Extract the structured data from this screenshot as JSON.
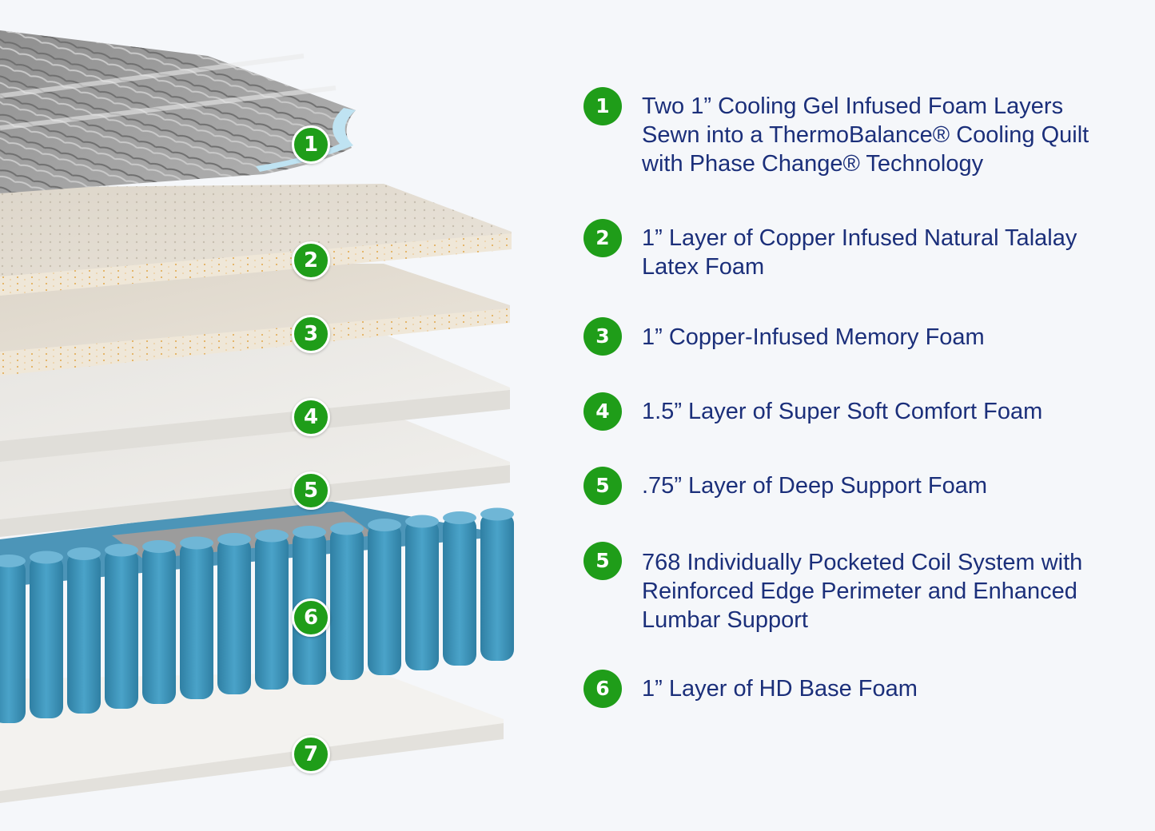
{
  "colors": {
    "background": "#f5f7fa",
    "badge_green": "#1f9d19",
    "text_navy": "#1b2f7a",
    "coil_blue": "#3a93b8"
  },
  "diagram_markers": [
    "1",
    "2",
    "3",
    "4",
    "5",
    "6",
    "7"
  ],
  "legend": [
    {
      "number": "1",
      "text": "Two 1” Cooling Gel Infused Foam Layers\nSewn into a ThermoBalance® Cooling Quilt\nwith Phase Change® Technology"
    },
    {
      "number": "2",
      "text": "1” Layer of Copper Infused Natural Talalay\nLatex Foam"
    },
    {
      "number": "3",
      "text": "1” Copper-Infused Memory Foam"
    },
    {
      "number": "4",
      "text": "1.5” Layer of Super Soft Comfort Foam"
    },
    {
      "number": "5",
      "text": ".75” Layer of Deep Support Foam"
    },
    {
      "number": "5",
      "text": "768 Individually Pocketed Coil System with\nReinforced Edge Perimeter and Enhanced\nLumbar Support"
    },
    {
      "number": "6",
      "text": "1” Layer of HD Base Foam"
    }
  ]
}
